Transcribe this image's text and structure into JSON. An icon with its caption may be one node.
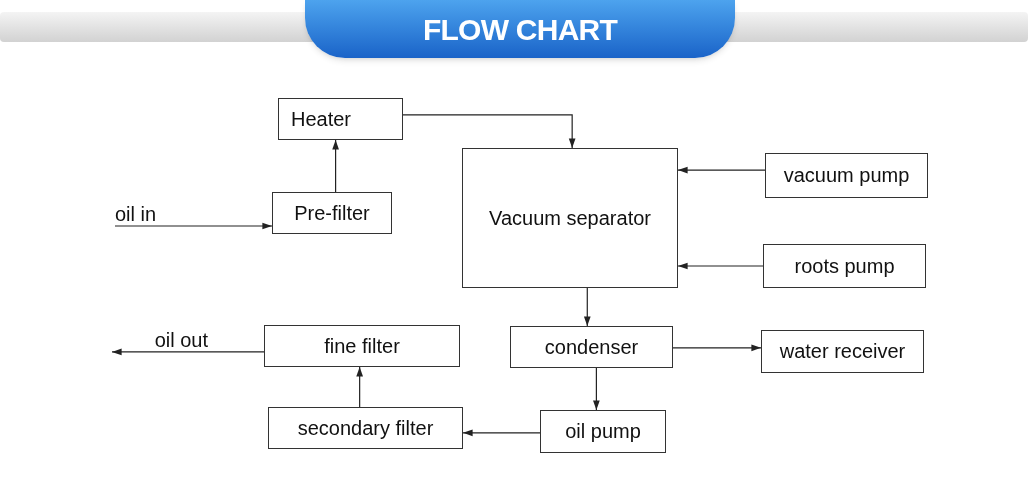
{
  "diagram": {
    "title": "FLOW CHART",
    "nodes": [
      {
        "text": [
          "Heater"
        ]
      },
      {
        "text": [
          "Pre-filter"
        ]
      },
      {
        "text": [
          "Vacuum separator"
        ]
      },
      {
        "text": [
          "vacuum pump"
        ]
      },
      {
        "text": [
          "roots pump"
        ]
      },
      {
        "text": [
          "condenser"
        ]
      },
      {
        "text": [
          "water receiver"
        ]
      },
      {
        "text": [
          "oil pump"
        ]
      },
      {
        "text": [
          "secondary filter"
        ]
      },
      {
        "text": [
          "fine filter"
        ]
      },
      {
        "text": [
          "oil in"
        ]
      },
      {
        "text": [
          "oil out"
        ]
      }
    ],
    "edges": [
      {
        "from": 10,
        "to": 1,
        "arrow": "to"
      },
      {
        "from": 1,
        "to": 0,
        "arrow": "to"
      },
      {
        "from": 0,
        "to": 2,
        "arrow": "to"
      },
      {
        "from": 3,
        "to": 2,
        "arrow": "to"
      },
      {
        "from": 4,
        "to": 2,
        "arrow": "to"
      },
      {
        "from": 2,
        "to": 5,
        "arrow": "to"
      },
      {
        "from": 5,
        "to": 6,
        "arrow": "to"
      },
      {
        "from": 5,
        "to": 7,
        "arrow": "to"
      },
      {
        "from": 7,
        "to": 8,
        "arrow": "to"
      },
      {
        "from": 8,
        "to": 9,
        "arrow": "to"
      },
      {
        "from": 9,
        "to": 11,
        "arrow": "to"
      }
    ]
  }
}
